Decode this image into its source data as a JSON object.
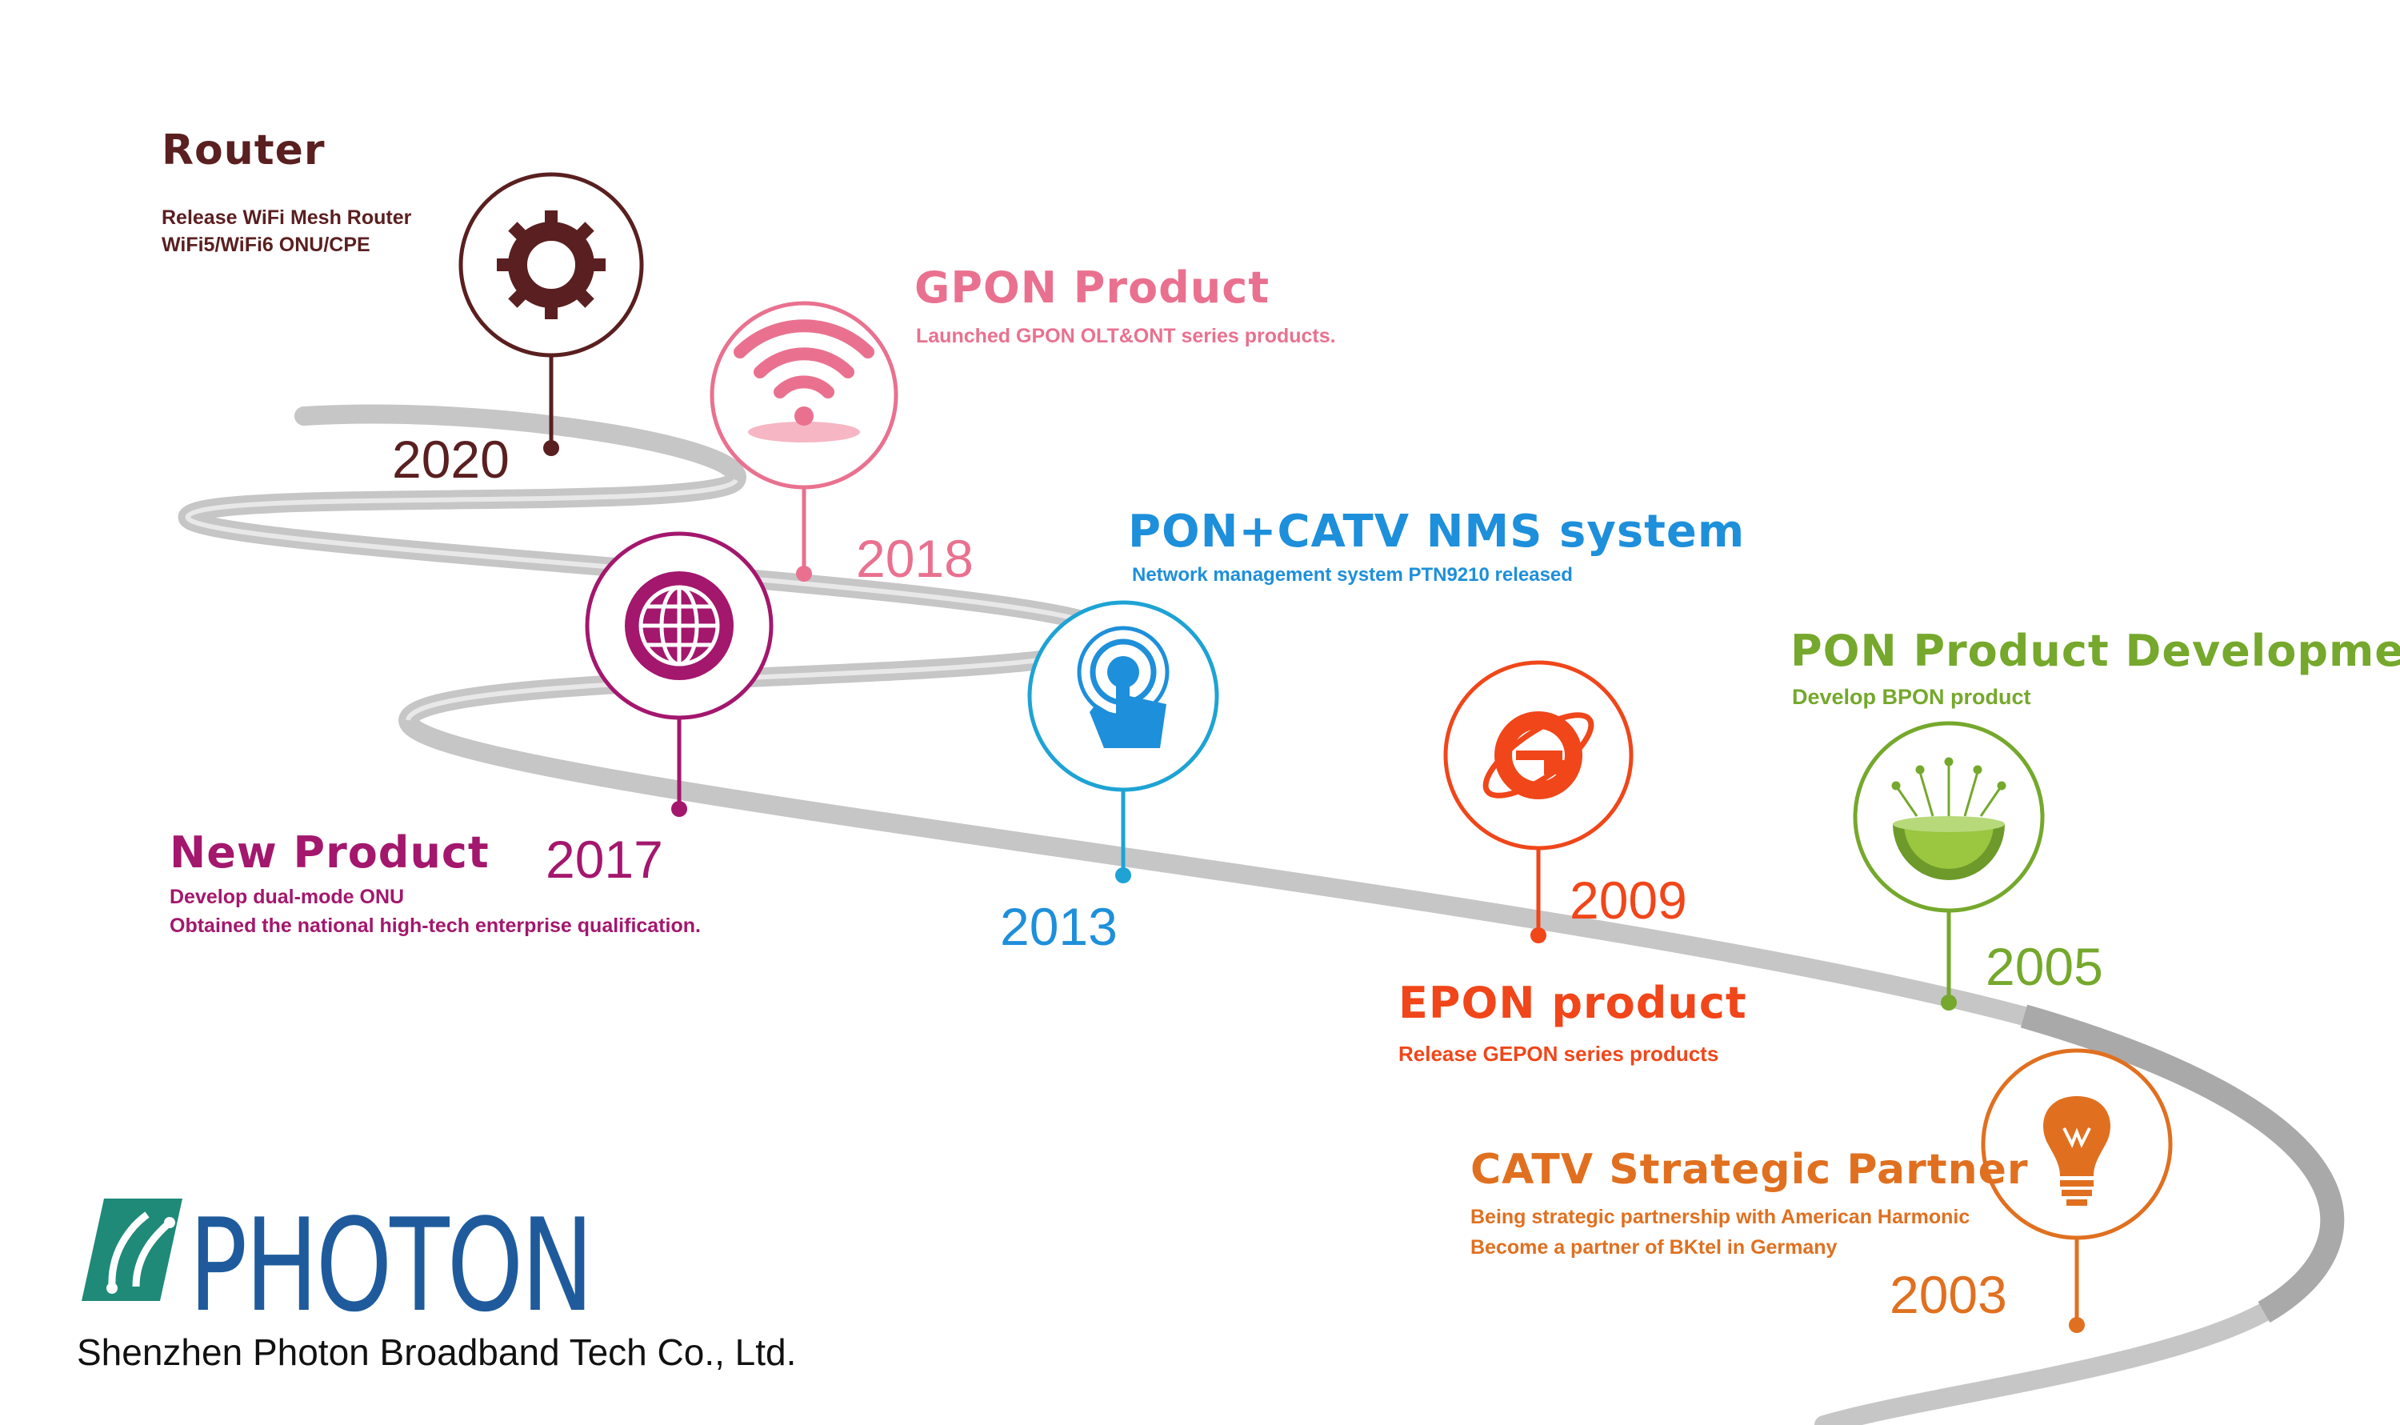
{
  "milestones": [
    {
      "year": "2020",
      "heading": "Router",
      "desc1": "Release WiFi Mesh Router",
      "desc2": "WiFi5/WiFi6 ONU/CPE",
      "color": "#5a1f20",
      "icon": "gear-icon"
    },
    {
      "year": "2018",
      "heading": "GPON Product",
      "desc1": "Launched GPON OLT&ONT series products.",
      "color": "#e9718f",
      "icon": "wifi-icon"
    },
    {
      "year": "2017",
      "heading": "New Product",
      "desc1": "Develop dual-mode ONU",
      "desc2": "Obtained the national high-tech enterprise qualification.",
      "color": "#a3176d",
      "icon": "globe-icon"
    },
    {
      "year": "2013",
      "heading": "PON+CATV NMS system",
      "desc1": "Network management system PTN9210 released",
      "color": "#1e8fda",
      "icon": "touch-icon"
    },
    {
      "year": "2009",
      "heading": "EPON product",
      "desc1": "Release GEPON series products",
      "color": "#f0461a",
      "icon": "internet-explorer-icon"
    },
    {
      "year": "2005",
      "heading": "PON Product Development",
      "desc1": "Develop BPON product",
      "color": "#75a82c",
      "icon": "circuit-globe-icon"
    },
    {
      "year": "2003",
      "heading": "CATV Strategic Partner",
      "desc1": "Being strategic partnership with American Harmonic",
      "desc2": "Become a partner of BKtel in Germany",
      "color": "#e07020",
      "icon": "lightbulb-icon"
    }
  ],
  "brand": {
    "name": "PHOTON",
    "company": "Shenzhen Photon Broadband Tech Co., Ltd.",
    "color": "#1f5b9c",
    "accent": "#1f8a78",
    "icon": "photon-logo-icon"
  },
  "road_color": "#c4c4c4"
}
